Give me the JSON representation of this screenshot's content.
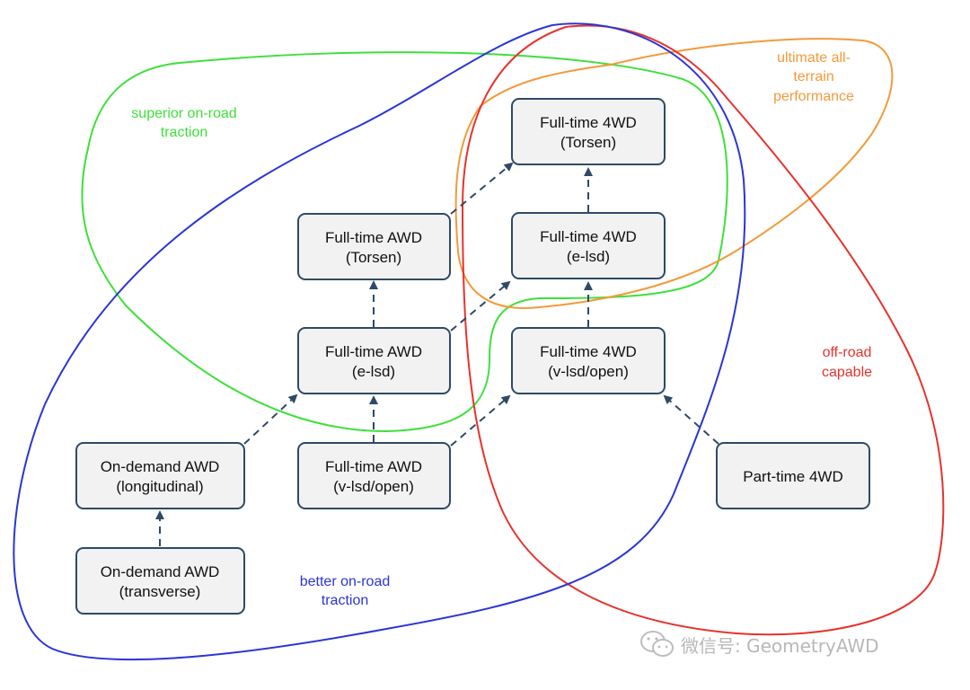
{
  "colors": {
    "green": "#3ee03a",
    "blue": "#2a35d6",
    "red": "#e8322d",
    "orange": "#f39a3a",
    "node_border": "#2e4a66",
    "node_fill": "#f2f2f2",
    "edge": "#2e4a66"
  },
  "regions": {
    "superior_on_road": {
      "line1": "superior on-road",
      "line2": "traction",
      "color": "#3ee03a"
    },
    "ultimate_all_terrain": {
      "line1": "ultimate all-",
      "line2": "terrain",
      "line3": "performance",
      "color": "#f39a3a"
    },
    "off_road": {
      "line1": "off-road",
      "line2": "capable",
      "color": "#e8322d"
    },
    "better_on_road": {
      "line1": "better on-road",
      "line2": "traction",
      "color": "#2a35d6"
    }
  },
  "nodes": {
    "ft4wd_torsen": {
      "line1": "Full-time 4WD",
      "line2": "(Torsen)"
    },
    "ftawd_torsen": {
      "line1": "Full-time AWD",
      "line2": "(Torsen)"
    },
    "ft4wd_elsd": {
      "line1": "Full-time 4WD",
      "line2": "(e-lsd)"
    },
    "ftawd_elsd": {
      "line1": "Full-time AWD",
      "line2": "(e-lsd)"
    },
    "ft4wd_vlsd": {
      "line1": "Full-time 4WD",
      "line2": "(v-lsd/open)"
    },
    "od_awd_long": {
      "line1": "On-demand AWD",
      "line2": "(longitudinal)"
    },
    "ftawd_vlsd": {
      "line1": "Full-time AWD",
      "line2": "(v-lsd/open)"
    },
    "part_time_4wd": {
      "line1": "Part-time 4WD"
    },
    "od_awd_trans": {
      "line1": "On-demand AWD",
      "line2": "(transverse)"
    }
  },
  "watermark": {
    "text": "微信号: GeometryAWD",
    "icon": "wechat-icon"
  }
}
